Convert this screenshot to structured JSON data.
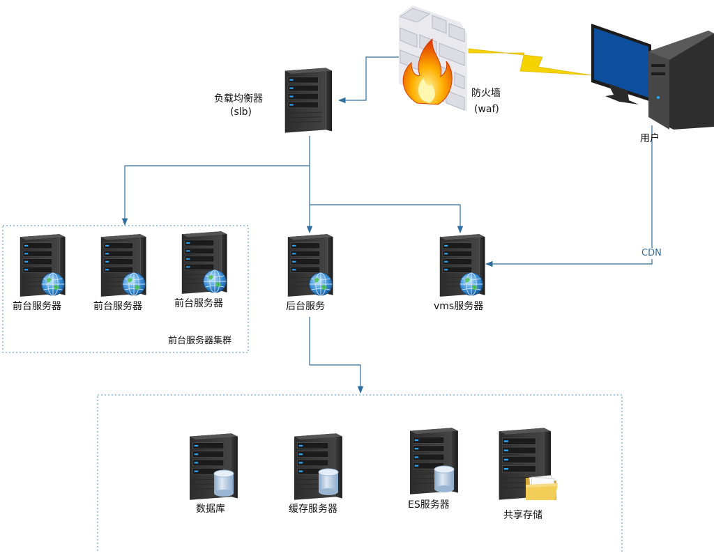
{
  "nodes": {
    "slb": {
      "label": "负载均衡器",
      "sublabel": "(slb)"
    },
    "waf": {
      "label": "防火墙",
      "sublabel": "(waf)"
    },
    "user": {
      "label": "用户"
    },
    "front1": {
      "label": "前台服务器"
    },
    "front2": {
      "label": "前台服务器"
    },
    "front3": {
      "label": "前台服务器"
    },
    "backend": {
      "label": "后台服务"
    },
    "vms": {
      "label": "vms服务器"
    },
    "database": {
      "label": "数据库"
    },
    "cache": {
      "label": "缓存服务器"
    },
    "es": {
      "label": "ES服务器"
    },
    "storage": {
      "label": "共享存储"
    }
  },
  "groups": {
    "frontend_cluster": {
      "label": "前台服务器集群"
    },
    "data_layer": {
      "label": ""
    }
  },
  "edges": [
    {
      "from": "user",
      "to": "waf",
      "style": "lightning"
    },
    {
      "from": "waf",
      "to": "slb"
    },
    {
      "from": "slb",
      "to": "frontend_cluster"
    },
    {
      "from": "slb",
      "to": "backend"
    },
    {
      "from": "slb",
      "to": "vms"
    },
    {
      "from": "user",
      "to": "vms",
      "label": "CDN"
    },
    {
      "from": "backend",
      "to": "data_layer"
    }
  ],
  "colors": {
    "arrow": "#2f6f9f",
    "group_border": "#4a90c8",
    "lightning": "#f5d300",
    "monitor_screen": "#0d4f9c"
  }
}
